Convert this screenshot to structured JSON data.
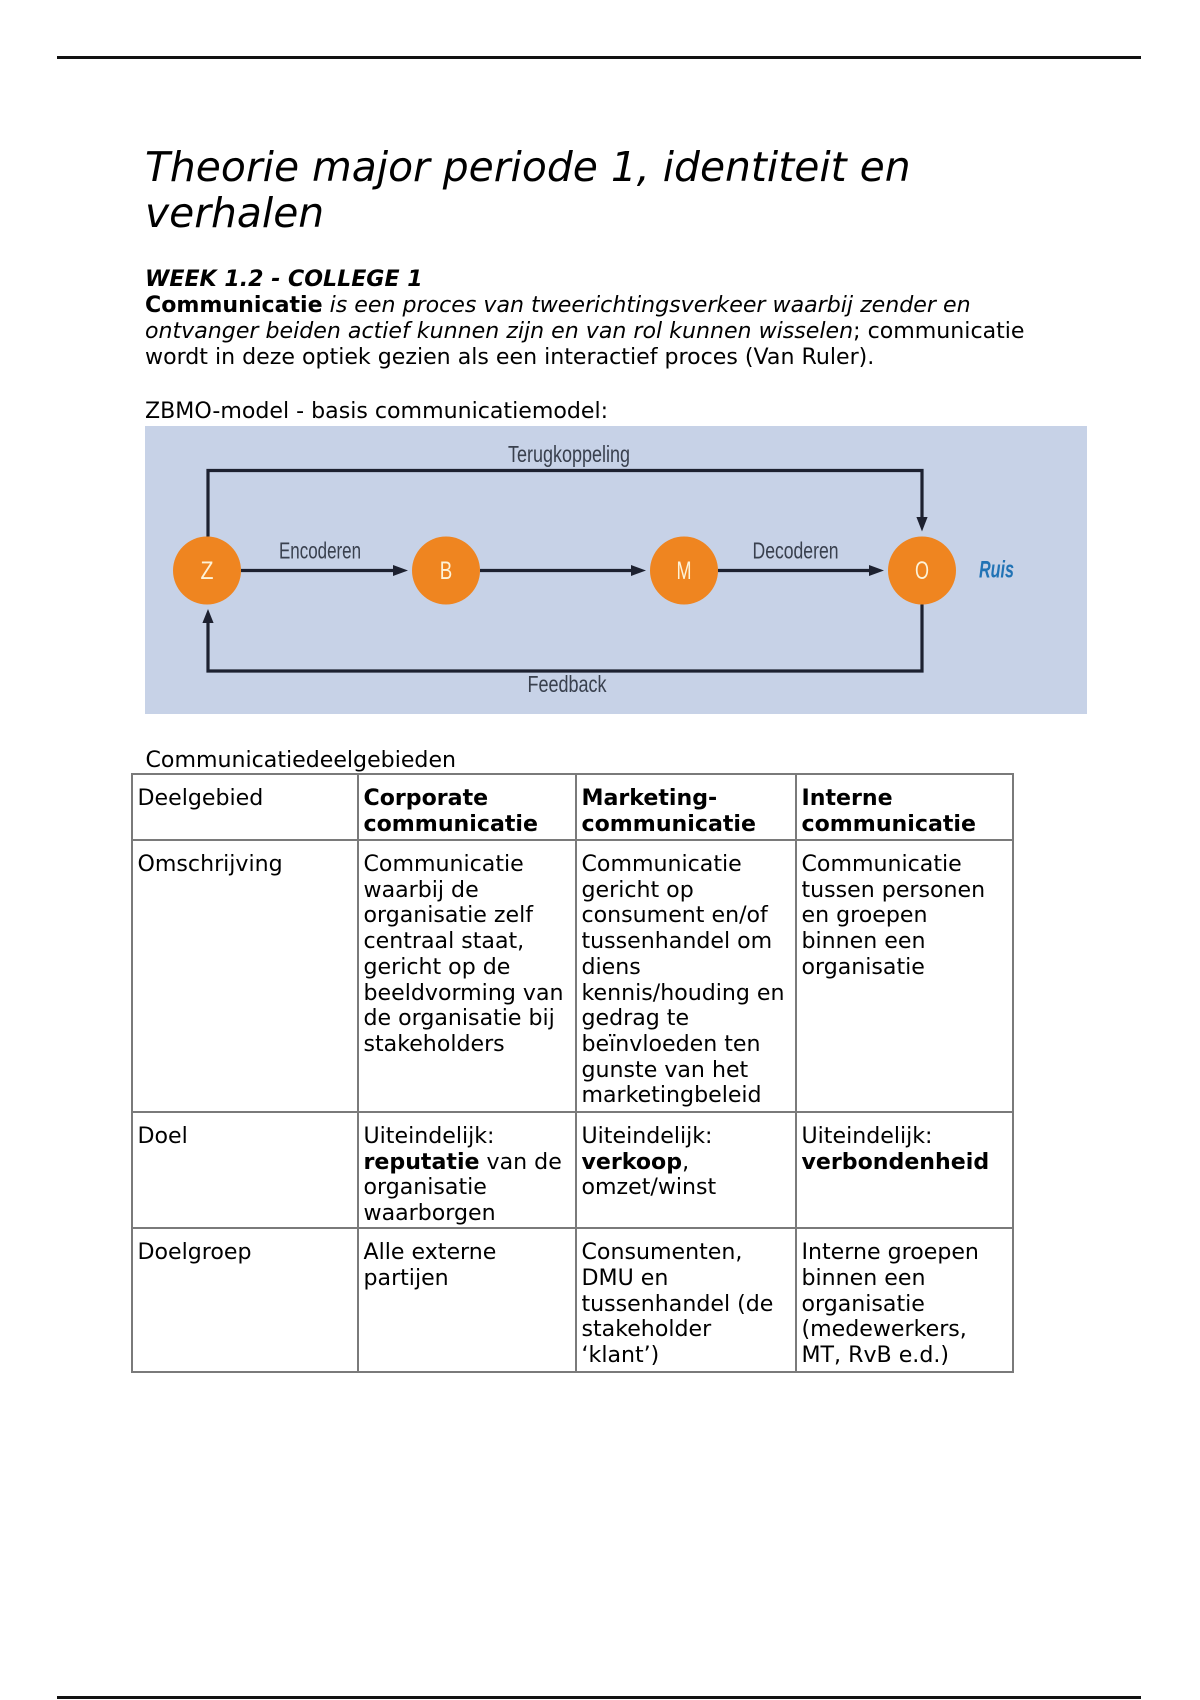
{
  "colors": {
    "rule-color": "#111111",
    "diagram-bg": "#c7d2e7",
    "line-color": "#1d2130",
    "node-color": "#ef8520",
    "letter-color": "#fdf3d8",
    "label-color": "#39404e",
    "ruis-color": "#2173b5",
    "table-border": "#7a7a7a"
  },
  "page": {
    "title": "Theorie major periode 1, identiteit en\nverhalen",
    "week_heading": "WEEK 1.2 - COLLEGE 1",
    "intro_paragraph": "**Communicatie** *is een proces van tweerichtingsverkeer waarbij zender en\nontvanger beiden actief kunnen zijn en van rol kunnen wisselen*; communicatie\nwordt in deze optiek gezien als een interactief proces (Van Ruler).",
    "zbmo_caption": "ZBMO-model - basis communicatiemodel:",
    "table_heading": "Communicatiedeelgebieden"
  },
  "diagram": {
    "nodes": [
      {
        "letter": "Z"
      },
      {
        "letter": "B"
      },
      {
        "letter": "M"
      },
      {
        "letter": "O"
      }
    ],
    "labels": {
      "top_loop": "Terugkoppeling",
      "encode": "Encoderen",
      "decode": "Decoderen",
      "bottom_loop": "Feedback",
      "noise": "Ruis"
    }
  },
  "table": {
    "header": [
      "Deelgebied",
      "Corporate\ncommunicatie",
      "Marketing-\ncommunicatie",
      "Interne\ncommunicatie"
    ],
    "rows": [
      {
        "label": "Omschrijving",
        "cells": [
          "Communicatie\nwaarbij de\norganisatie zelf\ncentraal staat,\ngericht op de\nbeeldvorming van\nde organisatie bij\nstakeholders",
          "Communicatie\ngericht op\nconsument en/of\ntussenhandel om\ndiens\nkennis/houding en\ngedrag te\nbeïnvloeden ten\ngunste van het\nmarketingbeleid",
          "Communicatie\ntussen personen\nen groepen\nbinnen een\norganisatie"
        ]
      },
      {
        "label": "Doel",
        "cells": [
          "Uiteindelijk:\n**reputatie** van de\norganisatie\nwaarborgen",
          "Uiteindelijk:\n**verkoop**,\nomzet/winst",
          "Uiteindelijk:\n**verbondenheid**"
        ]
      },
      {
        "label": "Doelgroep",
        "cells": [
          "Alle externe\npartijen",
          "Consumenten,\nDMU en\ntussenhandel (de\nstakeholder\n‘klant’)",
          "Interne groepen\nbinnen een\norganisatie\n(medewerkers,\nMT, RvB e.d.)"
        ]
      }
    ]
  }
}
